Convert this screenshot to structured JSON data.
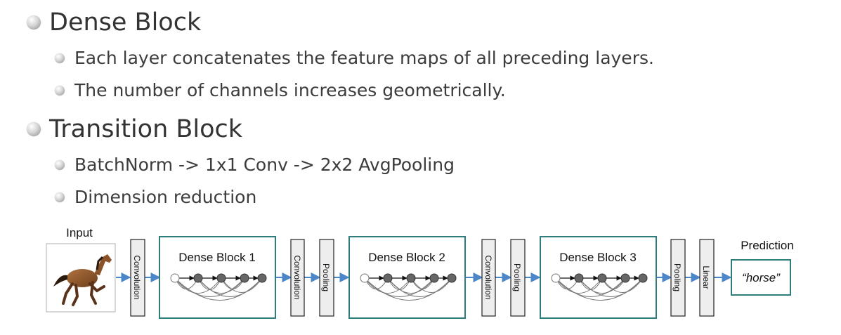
{
  "bullets": [
    {
      "level": 1,
      "text": "Dense Block"
    },
    {
      "level": 2,
      "text": "Each layer concatenates the feature maps of all preceding layers."
    },
    {
      "level": 2,
      "text": "The number of channels increases geometrically."
    },
    {
      "level": 1,
      "text": "Transition Block"
    },
    {
      "level": 2,
      "text": "BatchNorm -> 1x1 Conv -> 2x2 AvgPooling"
    },
    {
      "level": 2,
      "text": "Dimension reduction"
    }
  ],
  "diagram": {
    "input_label": "Input",
    "input_image": "horse-photo",
    "prediction_label": "Prediction",
    "prediction_text": "“horse”",
    "layers": {
      "conv1": "Convolution",
      "dense1": "Dense Block 1",
      "conv2": "Convolution",
      "pool2": "Pooling",
      "dense2": "Dense Block 2",
      "conv3": "Convolution",
      "pool3": "Pooling",
      "dense3": "Dense Block 3",
      "pool4": "Pooling",
      "linear": "Linear"
    },
    "colors": {
      "arrow": "#4a86c8",
      "dense_border": "#2e7d7a",
      "prediction_border": "#2e7d7a",
      "layer_fill": "#eeeeee",
      "node_fill": "#666666"
    }
  }
}
